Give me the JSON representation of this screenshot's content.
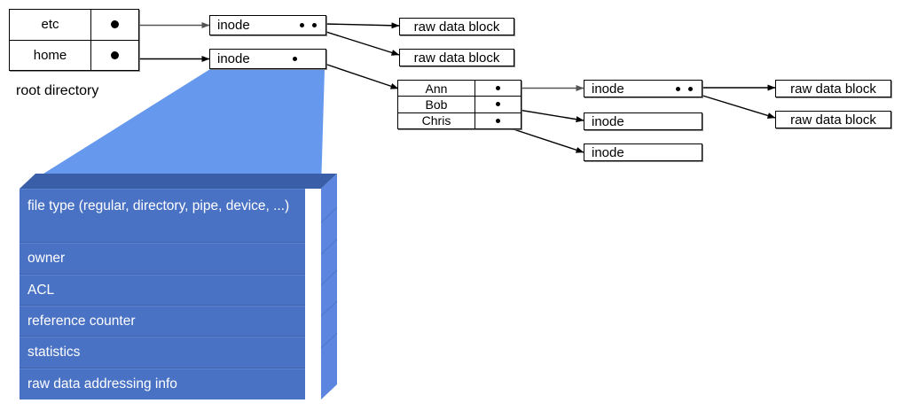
{
  "diagram": {
    "title": "Unix file system inode / directory structure",
    "colors": {
      "block_front": "#4a72c4",
      "block_side": "#5b85de",
      "block_top": "#3a5fa8",
      "callout_light": "#6699ee",
      "box_border": "#000000",
      "box_fill": "#ffffff",
      "text_on_block": "#ffffff"
    }
  },
  "root_directory": {
    "caption": "root directory",
    "entries": [
      {
        "name": "etc",
        "pointer_icon": "filled-dot"
      },
      {
        "name": "home",
        "pointer_icon": "filled-dot"
      }
    ]
  },
  "root_inodes": [
    {
      "label": "inode",
      "pointer_count": 2
    },
    {
      "label": "inode",
      "pointer_count": 1
    }
  ],
  "etc_data_blocks": [
    {
      "label": "raw data block"
    },
    {
      "label": "raw data block"
    }
  ],
  "home_directory": {
    "entries": [
      {
        "name": "Ann",
        "pointer_icon": "filled-dot"
      },
      {
        "name": "Bob",
        "pointer_icon": "filled-dot"
      },
      {
        "name": "Chris",
        "pointer_icon": "filled-dot"
      }
    ]
  },
  "home_inodes": [
    {
      "label": "inode",
      "pointer_count": 2
    },
    {
      "label": "inode",
      "pointer_count": 0
    },
    {
      "label": "inode",
      "pointer_count": 0
    }
  ],
  "ann_data_blocks": [
    {
      "label": "raw data block"
    },
    {
      "label": "raw data block"
    }
  ],
  "inode_block": {
    "fields": [
      {
        "text": "file type (regular, directory, pipe, device, ...)"
      },
      {
        "text": "owner"
      },
      {
        "text": "ACL"
      },
      {
        "text": "reference counter"
      },
      {
        "text": "statistics"
      },
      {
        "text": "raw data addressing info"
      }
    ]
  }
}
